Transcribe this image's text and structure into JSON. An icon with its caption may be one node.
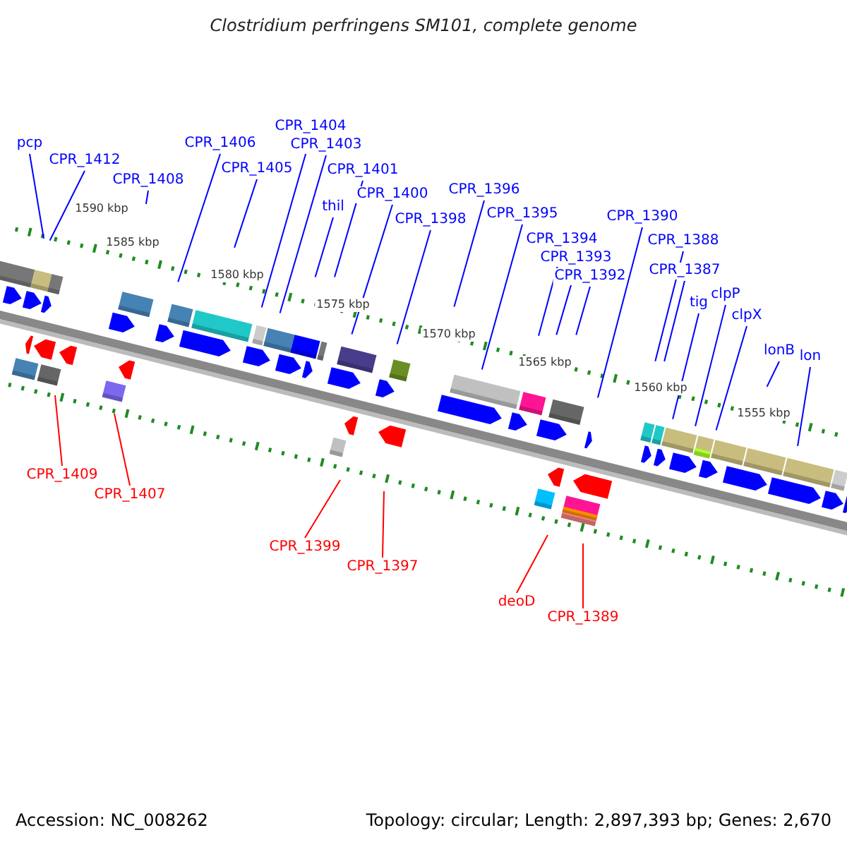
{
  "diagram": {
    "title": "Clostridium perfringens SM101, complete genome",
    "nodes": [
      {
        "text": [
          "pcp"
        ]
      },
      {
        "text": [
          "CPR_1412"
        ]
      },
      {
        "text": [
          "CPR_1408"
        ]
      },
      {
        "text": [
          "CPR_1406"
        ]
      },
      {
        "text": [
          "CPR_1405"
        ]
      },
      {
        "text": [
          "CPR_1404"
        ]
      },
      {
        "text": [
          "CPR_1403"
        ]
      },
      {
        "text": [
          "thil"
        ]
      },
      {
        "text": [
          "CPR_1401"
        ]
      },
      {
        "text": [
          "CPR_1400"
        ]
      },
      {
        "text": [
          "CPR_1398"
        ]
      },
      {
        "text": [
          "CPR_1396"
        ]
      },
      {
        "text": [
          "CPR_1395"
        ]
      },
      {
        "text": [
          "CPR_1394"
        ]
      },
      {
        "text": [
          "CPR_1393"
        ]
      },
      {
        "text": [
          "CPR_1392"
        ]
      },
      {
        "text": [
          "CPR_1390"
        ]
      },
      {
        "text": [
          "CPR_1388"
        ]
      },
      {
        "text": [
          "CPR_1387"
        ]
      },
      {
        "text": [
          "tig"
        ]
      },
      {
        "text": [
          "clpP"
        ]
      },
      {
        "text": [
          "clpX"
        ]
      },
      {
        "text": [
          "lonB"
        ]
      },
      {
        "text": [
          "lon"
        ]
      },
      {
        "text": [
          "CPR_1409"
        ]
      },
      {
        "text": [
          "CPR_1407"
        ]
      },
      {
        "text": [
          "CPR_1399"
        ]
      },
      {
        "text": [
          "CPR_1397"
        ]
      },
      {
        "text": [
          "deoD"
        ]
      },
      {
        "text": [
          "CPR_1389"
        ]
      }
    ],
    "edges": [
      {
        "from": 0,
        "to": null,
        "arrow": "none"
      },
      {
        "from": 1,
        "to": null,
        "arrow": "none"
      },
      {
        "from": 2,
        "to": null,
        "arrow": "none"
      },
      {
        "from": 3,
        "to": null,
        "arrow": "none"
      },
      {
        "from": 4,
        "to": null,
        "arrow": "none"
      },
      {
        "from": 5,
        "to": null,
        "arrow": "none"
      },
      {
        "from": 6,
        "to": null,
        "arrow": "none"
      },
      {
        "from": 7,
        "to": null,
        "arrow": "none"
      },
      {
        "from": 8,
        "to": null,
        "arrow": "none"
      },
      {
        "from": 9,
        "to": null,
        "arrow": "none"
      },
      {
        "from": 10,
        "to": null,
        "arrow": "none"
      },
      {
        "from": 11,
        "to": null,
        "arrow": "none"
      },
      {
        "from": 12,
        "to": null,
        "arrow": "none"
      },
      {
        "from": 13,
        "to": null,
        "arrow": "none"
      },
      {
        "from": 14,
        "to": null,
        "arrow": "none"
      },
      {
        "from": 15,
        "to": null,
        "arrow": "none"
      },
      {
        "from": 16,
        "to": null,
        "arrow": "none"
      },
      {
        "from": 17,
        "to": null,
        "arrow": "none"
      },
      {
        "from": 18,
        "to": null,
        "arrow": "none"
      },
      {
        "from": 19,
        "to": null,
        "arrow": "none"
      },
      {
        "from": 20,
        "to": null,
        "arrow": "none"
      },
      {
        "from": 21,
        "to": null,
        "arrow": "none"
      },
      {
        "from": 22,
        "to": null,
        "arrow": "none"
      },
      {
        "from": 23,
        "to": null,
        "arrow": "none"
      },
      {
        "from": 24,
        "to": null,
        "arrow": "none",
        "color": "#ff0000"
      },
      {
        "from": 25,
        "to": null,
        "arrow": "none",
        "color": "#ff0000"
      },
      {
        "from": 26,
        "to": null,
        "arrow": "none",
        "color": "#ff0000"
      },
      {
        "from": 27,
        "to": null,
        "arrow": "none",
        "color": "#ff0000"
      },
      {
        "from": 28,
        "to": null,
        "arrow": "none",
        "color": "#ff0000"
      },
      {
        "from": 29,
        "to": null,
        "arrow": "none",
        "color": "#ff0000"
      }
    ],
    "labels": [
      "1590 kbp",
      "1585 kbp",
      "1580 kbp",
      "1575 kbp",
      "1570 kbp",
      "1565 kbp",
      "1560 kbp",
      "1555 kbp",
      "Accession: NC_008262",
      "Topology: circular; Length: 2,897,393 bp; Genes: 2,670"
    ]
  }
}
